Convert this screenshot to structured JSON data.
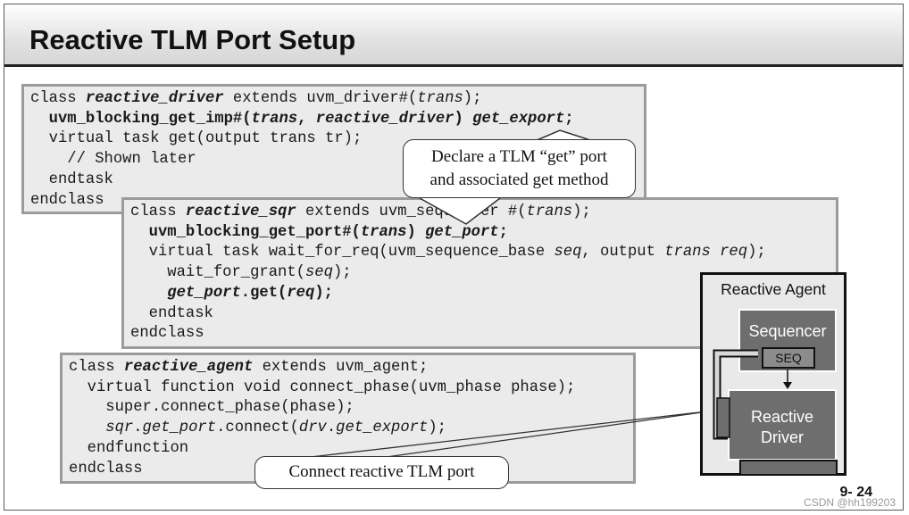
{
  "slide": {
    "title": "Reactive TLM Port Setup",
    "page_number": "9- 24",
    "watermark": "CSDN @hh199203"
  },
  "driver_code": [
    [
      {
        "t": "class ",
        "s": ""
      },
      {
        "t": "reactive_driver",
        "s": "bi"
      },
      {
        "t": " extends uvm_driver#(",
        "s": ""
      },
      {
        "t": "trans",
        "s": "i"
      },
      {
        "t": ");",
        "s": ""
      }
    ],
    [
      {
        "t": "  uvm_blocking_get_imp#(",
        "s": "b"
      },
      {
        "t": "trans",
        "s": "bi"
      },
      {
        "t": ", ",
        "s": "b"
      },
      {
        "t": "reactive_driver",
        "s": "bi"
      },
      {
        "t": ") ",
        "s": "b"
      },
      {
        "t": "get_export",
        "s": "bi"
      },
      {
        "t": ";",
        "s": "b"
      }
    ],
    [
      {
        "t": "  virtual task get(output trans tr);",
        "s": ""
      }
    ],
    [
      {
        "t": "    // Shown later",
        "s": ""
      }
    ],
    [
      {
        "t": "  endtask",
        "s": ""
      }
    ],
    [
      {
        "t": "endclass",
        "s": ""
      }
    ]
  ],
  "sequencer_code": [
    [
      {
        "t": "class ",
        "s": ""
      },
      {
        "t": "reactive_sqr",
        "s": "bi"
      },
      {
        "t": " extends uvm_sequencer #(",
        "s": ""
      },
      {
        "t": "trans",
        "s": "i"
      },
      {
        "t": ");",
        "s": ""
      }
    ],
    [
      {
        "t": "  uvm_blocking_get_port#(",
        "s": "b"
      },
      {
        "t": "trans",
        "s": "bi"
      },
      {
        "t": ") ",
        "s": "b"
      },
      {
        "t": "get_port",
        "s": "bi"
      },
      {
        "t": ";",
        "s": "b"
      }
    ],
    [
      {
        "t": "  virtual task wait_for_req(uvm_sequence_base ",
        "s": ""
      },
      {
        "t": "seq",
        "s": "i"
      },
      {
        "t": ", output ",
        "s": ""
      },
      {
        "t": "trans req",
        "s": "i"
      },
      {
        "t": ");",
        "s": ""
      }
    ],
    [
      {
        "t": "    wait_for_grant(",
        "s": ""
      },
      {
        "t": "seq",
        "s": "i"
      },
      {
        "t": ");",
        "s": ""
      }
    ],
    [
      {
        "t": "    ",
        "s": ""
      },
      {
        "t": "get_port",
        "s": "bi"
      },
      {
        "t": ".get(",
        "s": "b"
      },
      {
        "t": "req",
        "s": "bi"
      },
      {
        "t": ");",
        "s": "b"
      }
    ],
    [
      {
        "t": "  endtask",
        "s": ""
      }
    ],
    [
      {
        "t": "endclass",
        "s": ""
      }
    ]
  ],
  "agent_code": [
    [
      {
        "t": "class ",
        "s": ""
      },
      {
        "t": "reactive_agent",
        "s": "bi"
      },
      {
        "t": " extends uvm_agent;",
        "s": ""
      }
    ],
    [
      {
        "t": "  virtual function void connect_phase(uvm_phase phase);",
        "s": ""
      }
    ],
    [
      {
        "t": "    super.connect_phase(phase);",
        "s": ""
      }
    ],
    [
      {
        "t": "    ",
        "s": ""
      },
      {
        "t": "sqr",
        "s": "i"
      },
      {
        "t": ".",
        "s": ""
      },
      {
        "t": "get_port",
        "s": "i"
      },
      {
        "t": ".connect(",
        "s": ""
      },
      {
        "t": "drv",
        "s": "i"
      },
      {
        "t": ".",
        "s": ""
      },
      {
        "t": "get_export",
        "s": "i"
      },
      {
        "t": ");",
        "s": ""
      }
    ],
    [
      {
        "t": "  endfunction",
        "s": ""
      }
    ],
    [
      {
        "t": "endclass",
        "s": ""
      }
    ]
  ],
  "callouts": {
    "declare_line1": "Declare a TLM “get” port",
    "declare_line2": "and associated get method",
    "connect": "Connect reactive TLM port"
  },
  "diagram": {
    "agent_label": "Reactive Agent",
    "sequencer_label": "Sequencer",
    "seq_label": "SEQ",
    "driver_line1": "Reactive",
    "driver_line2": "Driver"
  }
}
